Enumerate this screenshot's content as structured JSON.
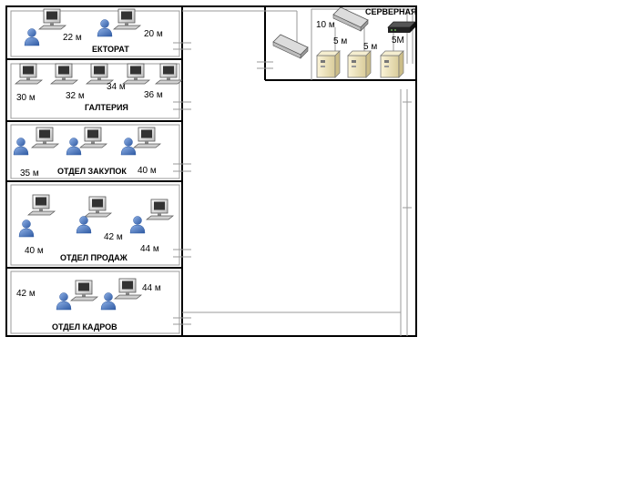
{
  "rooms": [
    {
      "title": "ЕКТОРАТ",
      "distances": [
        "22 м",
        "20 м"
      ]
    },
    {
      "title": "ГАЛТЕРИЯ",
      "distances": [
        "30 м",
        "32 м",
        "34 м",
        "36 м"
      ]
    },
    {
      "title": "ОТДЕЛ ЗАКУПОК",
      "distances": [
        "35 м",
        "40 м"
      ]
    },
    {
      "title": "ОТДЕЛ ПРОДАЖ",
      "distances": [
        "40 м",
        "42 м",
        "44 м"
      ]
    },
    {
      "title": "ОТДЕЛ КАДРОВ",
      "distances": [
        "42 м",
        "44 м"
      ]
    }
  ],
  "server_room": {
    "title": "СЕРВЕРНАЯ",
    "distances": [
      "10 м",
      "5 м",
      "5 м",
      "5М"
    ]
  },
  "colors": {
    "wall": "#000000",
    "cable": "#999999",
    "user": "#4a73b8",
    "monitor": "#e6e6e6",
    "server": "#efe6c4"
  }
}
